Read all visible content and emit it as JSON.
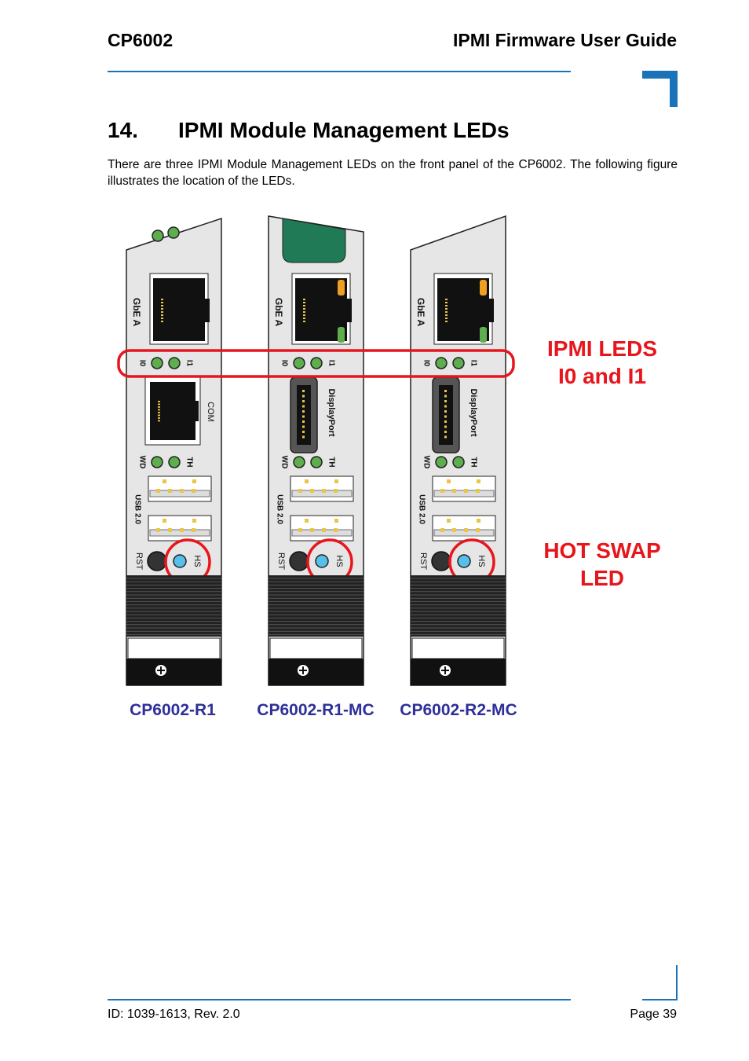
{
  "header": {
    "product": "CP6002",
    "doc_title": "IPMI Firmware User Guide"
  },
  "section": {
    "number": "14.",
    "title": "IPMI Module Management LEDs",
    "intro": "There are three IPMI Module Management LEDs on the front panel of the CP6002. The following figure illustrates the location of the LEDs."
  },
  "figure": {
    "panel_labels": {
      "gbe": "GbE A",
      "i0": "I0",
      "i1": "I1",
      "com": "COM",
      "displayport": "DisplayPort",
      "wd": "WD",
      "th": "TH",
      "usb": "USB 2.0",
      "rst": "RST",
      "hs": "HS"
    },
    "callouts": {
      "ipmi_line1": "IPMI LEDS",
      "ipmi_line2": "I0 and I1",
      "hs_line1": "HOT SWAP",
      "hs_line2": "LED"
    },
    "variants": [
      "CP6002-R1",
      "CP6002-R1-MC",
      "CP6002-R2-MC"
    ],
    "colors": {
      "panel": "#e6e6e6",
      "led_green": "#5fae4e",
      "led_blue": "#57c0ea",
      "highlight": "#e8151c",
      "caption": "#2e2f9a",
      "handle": "#1f7a55"
    }
  },
  "footer": {
    "doc_id": "ID: 1039-1613, Rev. 2.0",
    "page": "Page 39"
  }
}
